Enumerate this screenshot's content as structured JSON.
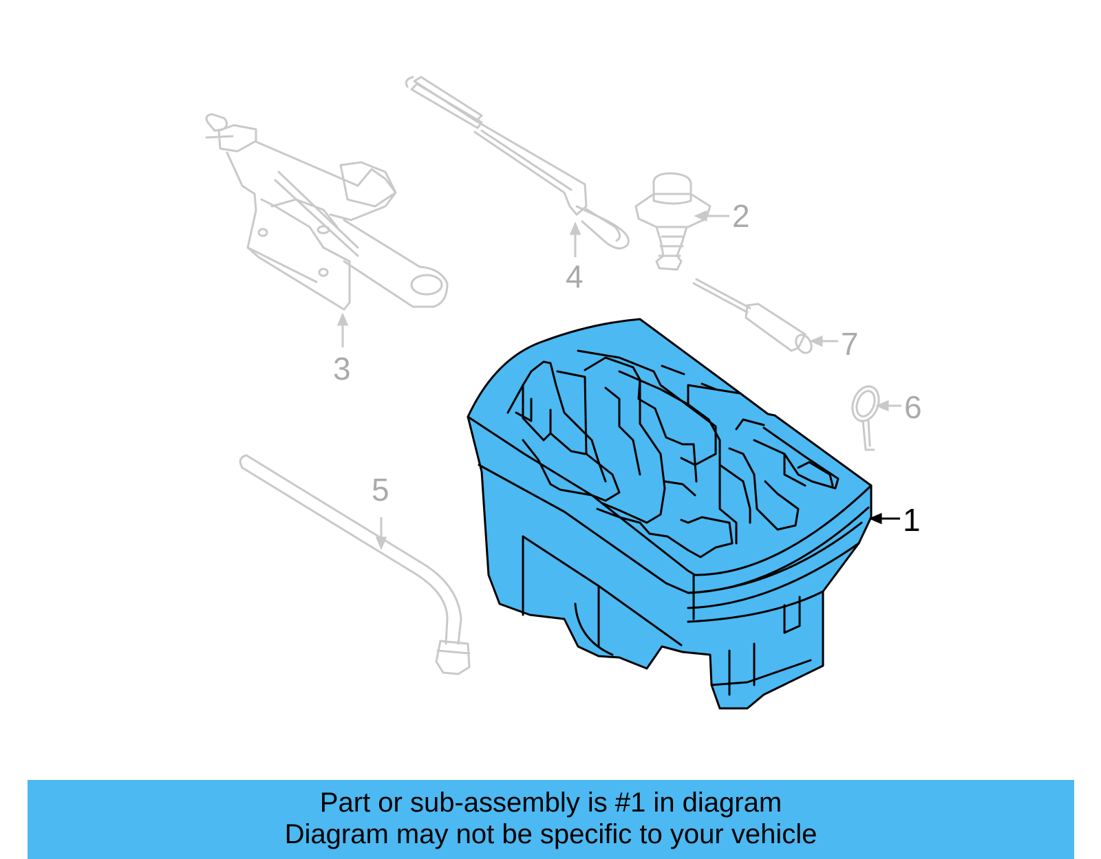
{
  "callouts": {
    "c1": "1",
    "c2": "2",
    "c3": "3",
    "c4": "4",
    "c5": "5",
    "c6": "6",
    "c7": "7"
  },
  "banner": {
    "line1": "Part or sub-assembly is #1 in diagram",
    "line2": "Diagram may not be specific to your vehicle"
  },
  "colors": {
    "highlight": "#4cb9f2",
    "ghost_line": "#c9c9c9",
    "ghost_text": "#aaaaaa",
    "outline": "#000000"
  }
}
